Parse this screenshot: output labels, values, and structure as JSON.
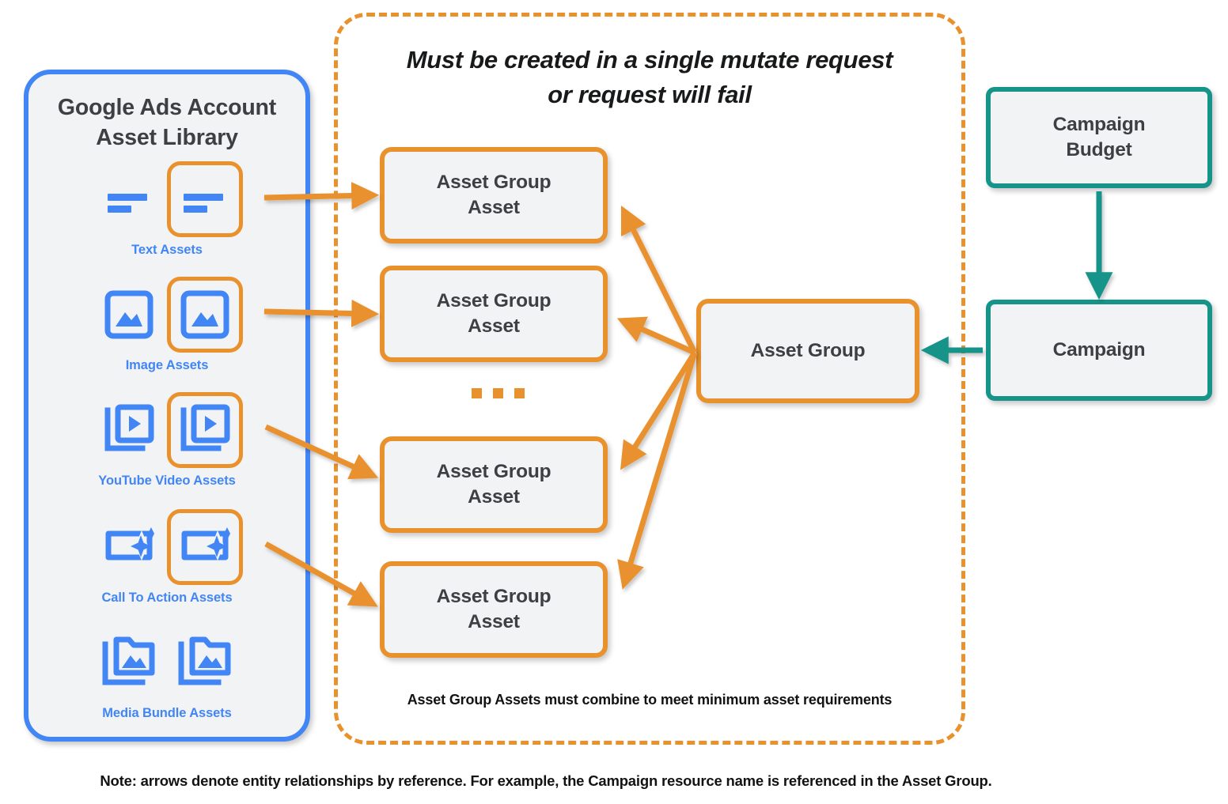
{
  "library": {
    "title_line1": "Google Ads Account",
    "title_line2": "Asset Library",
    "border_color": "#4285f4",
    "accent_color": "#e8912d",
    "items": [
      {
        "caption": "Text Assets",
        "icon": "text-lines-icon"
      },
      {
        "caption": "Image Assets",
        "icon": "image-icon"
      },
      {
        "caption": "YouTube Video  Assets",
        "icon": "video-stack-icon"
      },
      {
        "caption": "Call To Action Assets",
        "icon": "call-to-action-sparkle-icon"
      },
      {
        "caption": "Media Bundle  Assets",
        "icon": "media-bundle-folder-icon"
      }
    ]
  },
  "mutate_container": {
    "title_line1": "Must be created in a single mutate request",
    "title_line2": "or request will fail",
    "footnote": "Asset Group Assets must combine to meet minimum asset requirements",
    "border_color": "#e8912d",
    "ellipsis": "..."
  },
  "nodes": {
    "asset_group_assets": [
      {
        "line1": "Asset Group",
        "line2": "Asset"
      },
      {
        "line1": "Asset Group",
        "line2": "Asset"
      },
      {
        "line1": "Asset Group",
        "line2": "Asset"
      },
      {
        "line1": "Asset Group",
        "line2": "Asset"
      }
    ],
    "asset_group": {
      "label": "Asset Group",
      "color": "#e8912d"
    },
    "campaign_budget": {
      "line1": "Campaign",
      "line2": "Budget",
      "color": "#16948a"
    },
    "campaign": {
      "label": "Campaign",
      "color": "#16948a"
    }
  },
  "note": "Note: arrows denote entity relationships by reference. For example, the Campaign resource name is referenced in the Asset Group.",
  "colors": {
    "orange": "#e8912d",
    "blue": "#4285f4",
    "teal": "#16948a",
    "node_fill": "#f1f3f4",
    "text_dark": "#3c4043"
  }
}
